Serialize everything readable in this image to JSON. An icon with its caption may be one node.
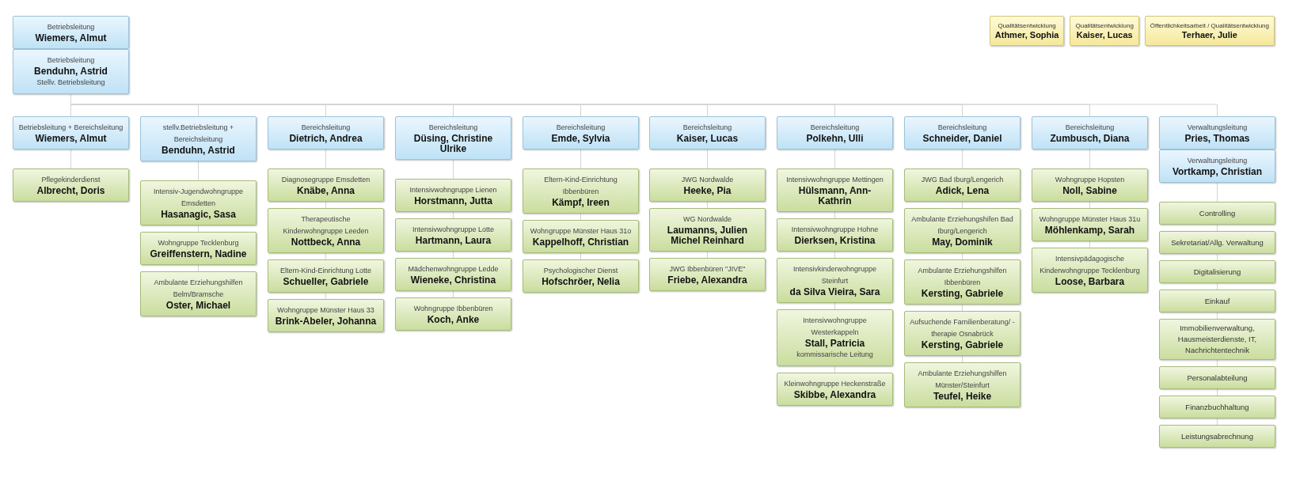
{
  "diagram": {
    "nodes": [
      {
        "text": [
          "Betriebsleitung",
          "Wiemers, Almut"
        ]
      },
      {
        "text": [
          "Betriebsleitung",
          "Benduhn, Astrid",
          "Stellv. Betriebsleitung"
        ]
      },
      {
        "text": [
          "Qualitätsentwicklung",
          "Athmer, Sophia"
        ]
      },
      {
        "text": [
          "Qualitätsentwicklung",
          "Kaiser, Lucas"
        ]
      },
      {
        "text": [
          "Öffentlichkeitsarbeit / Qualitätsentwicklung",
          "Terhaer, Julie"
        ]
      },
      {
        "text": [
          "Betriebsleitung + Bereichsleitung",
          "Wiemers, Almut"
        ]
      },
      {
        "text": [
          "Pflegekinderdienst",
          "Albrecht, Doris"
        ]
      },
      {
        "text": [
          "stellv.Betriebsleitung + Bereichsleitung",
          "Benduhn, Astrid"
        ]
      },
      {
        "text": [
          "Intensiv-Jugendwohngruppe Emsdetten",
          "Hasanagic, Sasa"
        ]
      },
      {
        "text": [
          "Wohngruppe Tecklenburg",
          "Greiffenstern, Nadine"
        ]
      },
      {
        "text": [
          "Ambulante Erziehungshilfen Belm/Bramsche",
          "Oster, Michael"
        ]
      },
      {
        "text": [
          "Bereichsleitung",
          "Dietrich, Andrea"
        ]
      },
      {
        "text": [
          "Diagnosegruppe Emsdetten",
          "Knäbe, Anna"
        ]
      },
      {
        "text": [
          "Therapeutische Kinderwohngruppe Leeden",
          "Nottbeck, Anna"
        ]
      },
      {
        "text": [
          "Eltern-Kind-Einrichtung Lotte",
          "Schueller, Gabriele"
        ]
      },
      {
        "text": [
          "Wohngruppe Münster Haus 33",
          "Brink-Abeler, Johanna"
        ]
      },
      {
        "text": [
          "Bereichsleitung",
          "Düsing, Christine Ulrike"
        ]
      },
      {
        "text": [
          "Intensivwohngruppe Lienen",
          "Horstmann, Jutta"
        ]
      },
      {
        "text": [
          "Intensivwohngruppe Lotte",
          "Hartmann, Laura"
        ]
      },
      {
        "text": [
          "Mädchenwohngruppe Ledde",
          "Wieneke, Christina"
        ]
      },
      {
        "text": [
          "Wohngruppe Ibbenbüren",
          "Koch, Anke"
        ]
      },
      {
        "text": [
          "Bereichsleitung",
          "Emde, Sylvia"
        ]
      },
      {
        "text": [
          "Eltern-Kind-Einrichtung Ibbenbüren",
          "Kämpf, Ireen"
        ]
      },
      {
        "text": [
          "Wohngruppe Münster Haus 31o",
          "Kappelhoff, Christian"
        ]
      },
      {
        "text": [
          "Psychologischer Dienst",
          "Hofschröer, Nelia"
        ]
      },
      {
        "text": [
          "Bereichsleitung",
          "Kaiser, Lucas"
        ]
      },
      {
        "text": [
          "JWG Nordwalde",
          "Heeke, Pia"
        ]
      },
      {
        "text": [
          "WG Nordwalde",
          "Laumanns, Julien Michel Reinhard"
        ]
      },
      {
        "text": [
          "JWG Ibbenbüren \"JIVE\"",
          "Friebe, Alexandra"
        ]
      },
      {
        "text": [
          "Bereichsleitung",
          "Polkehn, Ulli"
        ]
      },
      {
        "text": [
          "Intensivwohngruppe Mettingen",
          "Hülsmann, Ann-Kathrin"
        ]
      },
      {
        "text": [
          "Intensivwohngruppe Hohne",
          "Dierksen, Kristina"
        ]
      },
      {
        "text": [
          "Intensivkinderwohngruppe Steinfurt",
          "da Silva Vieira, Sara"
        ]
      },
      {
        "text": [
          "Intensivwohngruppe Westerkappeln",
          "Stall, Patricia",
          "kommissarische Leitung"
        ]
      },
      {
        "text": [
          "Kleinwohngruppe Heckenstraße",
          "Skibbe, Alexandra"
        ]
      },
      {
        "text": [
          "Bereichsleitung",
          "Schneider, Daniel"
        ]
      },
      {
        "text": [
          "JWG Bad Iburg/Lengerich",
          "Adick, Lena"
        ]
      },
      {
        "text": [
          "Ambulante Erziehungshifen Bad Iburg/Lengerich",
          "May, Dominik"
        ]
      },
      {
        "text": [
          "Ambulante Erziehungshilfen Ibbenbüren",
          "Kersting, Gabriele"
        ]
      },
      {
        "text": [
          "Aufsuchende Familienberatung/ - therapie Osnabrück",
          "Kersting, Gabriele"
        ]
      },
      {
        "text": [
          "Ambulante Erziehungshilfen Münster/Steinfurt",
          "Teufel, Heike"
        ]
      },
      {
        "text": [
          "Bereichsleitung",
          "Zumbusch, Diana"
        ]
      },
      {
        "text": [
          "Wohngruppe Hopsten",
          "Noll, Sabine"
        ]
      },
      {
        "text": [
          "Wohngruppe Münster Haus 31u",
          "Möhlenkamp, Sarah"
        ]
      },
      {
        "text": [
          "Intensivpädagogische Kinderwohngruppe Tecklenburg",
          "Loose, Barbara"
        ]
      },
      {
        "text": [
          "Verwaltungsleitung",
          "Pries, Thomas"
        ]
      },
      {
        "text": [
          "Verwaltungsleitung",
          "Vortkamp, Christian"
        ]
      },
      {
        "text": [
          "Controlling"
        ]
      },
      {
        "text": [
          "Sekretariat/Allg. Verwaltung"
        ]
      },
      {
        "text": [
          "Digitalisierung"
        ]
      },
      {
        "text": [
          "Einkauf"
        ]
      },
      {
        "text": [
          "Immobilienverwaltung, Hausmeisterdienste, IT, Nachrichtentechnik"
        ]
      },
      {
        "text": [
          "Personalabteilung"
        ]
      },
      {
        "text": [
          "Finanzbuchhaltung"
        ]
      },
      {
        "text": [
          "Leistungsabrechnung"
        ]
      }
    ],
    "edges": [
      {
        "from": 1,
        "to": 5,
        "arrow": "none"
      },
      {
        "from": 1,
        "to": 7,
        "arrow": "none"
      },
      {
        "from": 1,
        "to": 11,
        "arrow": "none"
      },
      {
        "from": 1,
        "to": 16,
        "arrow": "none"
      },
      {
        "from": 1,
        "to": 21,
        "arrow": "none"
      },
      {
        "from": 1,
        "to": 25,
        "arrow": "none"
      },
      {
        "from": 1,
        "to": 29,
        "arrow": "none"
      },
      {
        "from": 1,
        "to": 35,
        "arrow": "none"
      },
      {
        "from": 1,
        "to": 41,
        "arrow": "none"
      },
      {
        "from": 1,
        "to": 45,
        "arrow": "none"
      },
      {
        "from": 5,
        "to": 6,
        "arrow": "none"
      },
      {
        "from": 7,
        "to": 8,
        "arrow": "none"
      },
      {
        "from": 8,
        "to": 9,
        "arrow": "none"
      },
      {
        "from": 9,
        "to": 10,
        "arrow": "none"
      },
      {
        "from": 11,
        "to": 12,
        "arrow": "none"
      },
      {
        "from": 12,
        "to": 13,
        "arrow": "none"
      },
      {
        "from": 13,
        "to": 14,
        "arrow": "none"
      },
      {
        "from": 14,
        "to": 15,
        "arrow": "none"
      },
      {
        "from": 16,
        "to": 17,
        "arrow": "none"
      },
      {
        "from": 17,
        "to": 18,
        "arrow": "none"
      },
      {
        "from": 18,
        "to": 19,
        "arrow": "none"
      },
      {
        "from": 19,
        "to": 20,
        "arrow": "none"
      },
      {
        "from": 21,
        "to": 22,
        "arrow": "none"
      },
      {
        "from": 22,
        "to": 23,
        "arrow": "none"
      },
      {
        "from": 23,
        "to": 24,
        "arrow": "none"
      },
      {
        "from": 25,
        "to": 26,
        "arrow": "none"
      },
      {
        "from": 26,
        "to": 27,
        "arrow": "none"
      },
      {
        "from": 27,
        "to": 28,
        "arrow": "none"
      },
      {
        "from": 29,
        "to": 30,
        "arrow": "none"
      },
      {
        "from": 30,
        "to": 31,
        "arrow": "none"
      },
      {
        "from": 31,
        "to": 32,
        "arrow": "none"
      },
      {
        "from": 32,
        "to": 33,
        "arrow": "none"
      },
      {
        "from": 33,
        "to": 34,
        "arrow": "none"
      },
      {
        "from": 35,
        "to": 36,
        "arrow": "none"
      },
      {
        "from": 36,
        "to": 37,
        "arrow": "none"
      },
      {
        "from": 37,
        "to": 38,
        "arrow": "none"
      },
      {
        "from": 38,
        "to": 39,
        "arrow": "none"
      },
      {
        "from": 39,
        "to": 40,
        "arrow": "none"
      },
      {
        "from": 41,
        "to": 42,
        "arrow": "none"
      },
      {
        "from": 42,
        "to": 43,
        "arrow": "none"
      },
      {
        "from": 43,
        "to": 44,
        "arrow": "none"
      },
      {
        "from": 46,
        "to": 47,
        "arrow": "none"
      },
      {
        "from": 47,
        "to": 48,
        "arrow": "none"
      },
      {
        "from": 48,
        "to": 49,
        "arrow": "none"
      },
      {
        "from": 49,
        "to": 50,
        "arrow": "none"
      },
      {
        "from": 50,
        "to": 51,
        "arrow": "none"
      },
      {
        "from": 51,
        "to": 52,
        "arrow": "none"
      },
      {
        "from": 52,
        "to": 53,
        "arrow": "none"
      },
      {
        "from": 53,
        "to": 54,
        "arrow": "none"
      }
    ]
  }
}
